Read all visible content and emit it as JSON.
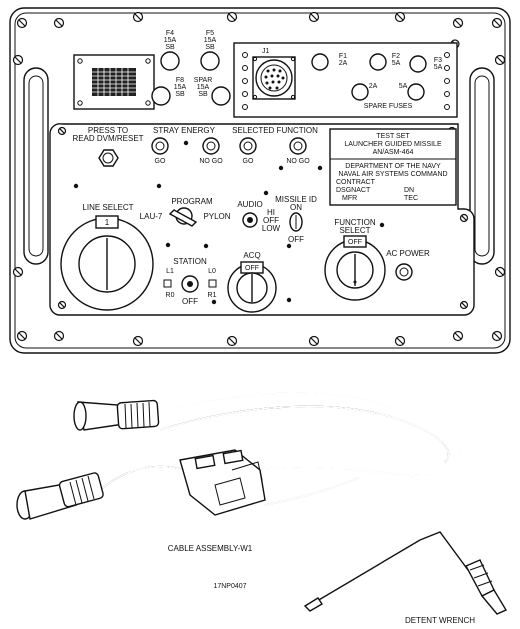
{
  "panel": {
    "fuses": {
      "f4": "F4",
      "f4_rating": "15A",
      "f4_type": "SB",
      "f5": "F5",
      "f5_rating": "15A",
      "f5_type": "SB",
      "f8": "F8",
      "f8_rating": "15A",
      "f8_type": "SB",
      "spar": "SPAR",
      "spar_rating": "15A",
      "spar_type": "SB",
      "f1": "F1",
      "f1_rating": "2A",
      "f2": "F2",
      "f2_rating": "5A",
      "f3": "F3",
      "f3_rating": "5A",
      "spare_2a": "2A",
      "spare_5a": "5A",
      "spare_fuses": "SPARE FUSES"
    },
    "connector_j1": "J1",
    "press_to_read_1": "PRESS TO",
    "press_to_read_2": "READ DVM/RESET",
    "stray_energy": "STRAY ENERGY",
    "stray_go": "GO",
    "stray_nogo": "NO GO",
    "selected_function": "SELECTED FUNCTION",
    "sel_go": "GO",
    "sel_nogo": "NO GO",
    "nameplate": {
      "line1": "TEST SET",
      "line2": "LAUNCHER GUIDED MISSILE",
      "line3": "AN/ASM-464",
      "line4": "DEPARTMENT OF THE NAVY",
      "line5": "NAVAL AIR SYSTEMS COMMAND",
      "line6": "CONTRACT",
      "line7a": "DSGNACT",
      "line7b": "DN",
      "line8a": "MFR",
      "line8b": "TEC"
    },
    "program": "PROGRAM",
    "lau7": "LAU-7",
    "pylon": "PYLON",
    "audio": "AUDIO",
    "audio_hi": "HI",
    "audio_off": "OFF",
    "audio_low": "LOW",
    "missile_id_1": "MISSILE ID",
    "missile_id_on": "ON",
    "missile_id_off": "OFF",
    "line_select": "LINE SELECT",
    "line_select_value": "1",
    "function_select_1": "FUNCTION",
    "function_select_2": "SELECT",
    "function_value": "OFF",
    "ac_power": "AC POWER",
    "station": "STATION",
    "l1": "L1",
    "r0": "R0",
    "l0": "L0",
    "r1": "R1",
    "station_off": "OFF",
    "acq": "ACQ",
    "acq_value": "OFF"
  },
  "captions": {
    "cable": "CABLE ASSEMBLY-W1",
    "figure_id": "17NP0407",
    "wrench": "DETENT WRENCH"
  }
}
